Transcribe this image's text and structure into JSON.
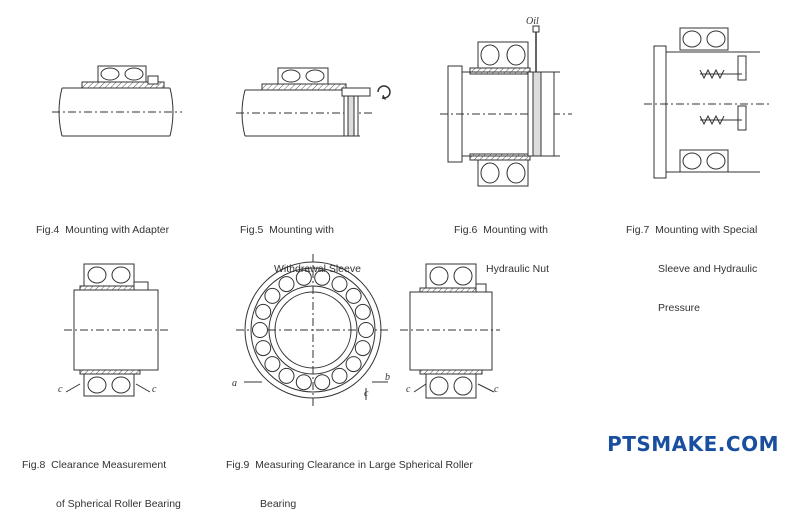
{
  "figures": [
    {
      "id": "fig4",
      "caption_lines": [
        "Fig.4  Mounting with Adapter"
      ]
    },
    {
      "id": "fig5",
      "caption_lines": [
        "Fig.5  Mounting with",
        "Withdrawal Sleeve"
      ]
    },
    {
      "id": "fig6",
      "caption_lines": [
        "Fig.6  Mounting with",
        "Hydraulic Nut"
      ]
    },
    {
      "id": "fig7",
      "caption_lines": [
        "Fig.7  Mounting with Special",
        "Sleeve and Hydraulic",
        "Pressure"
      ]
    },
    {
      "id": "fig8",
      "caption_lines": [
        "Fig.8  Clearance Measurement",
        "of Spherical Roller Bearing"
      ]
    },
    {
      "id": "fig9",
      "caption_lines": [
        "Fig.9  Measuring Clearance in Large Spherical Roller",
        "Bearing"
      ]
    }
  ],
  "labels": {
    "oil": "Oil",
    "c": "c",
    "a": "a",
    "b": "b"
  },
  "watermark": "PTSMAKE.COM"
}
